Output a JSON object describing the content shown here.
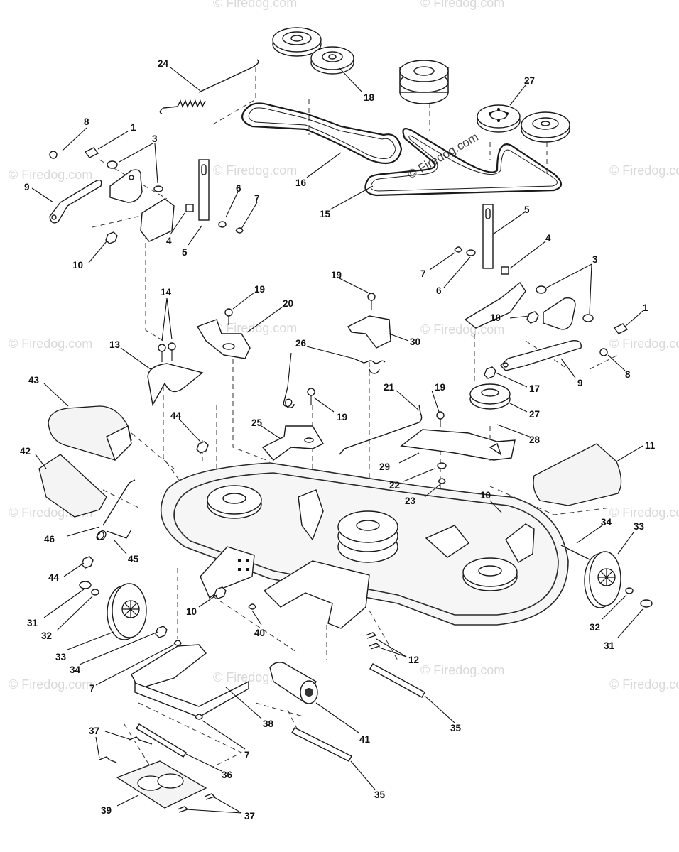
{
  "watermark": {
    "text": "© Firedog.com",
    "center_text": "© Firedog.com"
  },
  "callouts": [
    {
      "id": "c24",
      "label": "24"
    },
    {
      "id": "c18",
      "label": "18"
    },
    {
      "id": "c27a",
      "label": "27"
    },
    {
      "id": "c8a",
      "label": "8"
    },
    {
      "id": "c1a",
      "label": "1"
    },
    {
      "id": "c3a",
      "label": "3"
    },
    {
      "id": "c9a",
      "label": "9"
    },
    {
      "id": "c10a",
      "label": "10"
    },
    {
      "id": "c4a",
      "label": "4"
    },
    {
      "id": "c5a",
      "label": "5"
    },
    {
      "id": "c6a",
      "label": "6"
    },
    {
      "id": "c7a",
      "label": "7"
    },
    {
      "id": "c16",
      "label": "16"
    },
    {
      "id": "c15",
      "label": "15"
    },
    {
      "id": "c5b",
      "label": "5"
    },
    {
      "id": "c4b",
      "label": "4"
    },
    {
      "id": "c7b",
      "label": "7"
    },
    {
      "id": "c6b",
      "label": "6"
    },
    {
      "id": "c3b",
      "label": "3"
    },
    {
      "id": "c1b",
      "label": "1"
    },
    {
      "id": "c10b",
      "label": "10"
    },
    {
      "id": "c8b",
      "label": "8"
    },
    {
      "id": "c9b",
      "label": "9"
    },
    {
      "id": "c17",
      "label": "17"
    },
    {
      "id": "c27b",
      "label": "27"
    },
    {
      "id": "c28",
      "label": "28"
    },
    {
      "id": "c14",
      "label": "14"
    },
    {
      "id": "c19a",
      "label": "19"
    },
    {
      "id": "c20",
      "label": "20"
    },
    {
      "id": "c19b",
      "label": "19"
    },
    {
      "id": "c30",
      "label": "30"
    },
    {
      "id": "c13",
      "label": "13"
    },
    {
      "id": "c26",
      "label": "26"
    },
    {
      "id": "c21",
      "label": "21"
    },
    {
      "id": "c19c",
      "label": "19"
    },
    {
      "id": "c19d",
      "label": "19"
    },
    {
      "id": "c43",
      "label": "43"
    },
    {
      "id": "c44a",
      "label": "44"
    },
    {
      "id": "c25",
      "label": "25"
    },
    {
      "id": "c29",
      "label": "29"
    },
    {
      "id": "c22",
      "label": "22"
    },
    {
      "id": "c23",
      "label": "23"
    },
    {
      "id": "c11",
      "label": "11"
    },
    {
      "id": "c42",
      "label": "42"
    },
    {
      "id": "c46",
      "label": "46"
    },
    {
      "id": "c45",
      "label": "45"
    },
    {
      "id": "c44b",
      "label": "44"
    },
    {
      "id": "c10c",
      "label": "10"
    },
    {
      "id": "c34a",
      "label": "34"
    },
    {
      "id": "c33a",
      "label": "33"
    },
    {
      "id": "c31a",
      "label": "31"
    },
    {
      "id": "c32a",
      "label": "32"
    },
    {
      "id": "c10d",
      "label": "10"
    },
    {
      "id": "c40",
      "label": "40"
    },
    {
      "id": "c33b",
      "label": "33"
    },
    {
      "id": "c34b",
      "label": "34"
    },
    {
      "id": "c12",
      "label": "12"
    },
    {
      "id": "c32b",
      "label": "32"
    },
    {
      "id": "c31b",
      "label": "31"
    },
    {
      "id": "c7c",
      "label": "7"
    },
    {
      "id": "c38",
      "label": "38"
    },
    {
      "id": "c41",
      "label": "41"
    },
    {
      "id": "c35a",
      "label": "35"
    },
    {
      "id": "c7d",
      "label": "7"
    },
    {
      "id": "c37a",
      "label": "37"
    },
    {
      "id": "c36",
      "label": "36"
    },
    {
      "id": "c35b",
      "label": "35"
    },
    {
      "id": "c39",
      "label": "39"
    },
    {
      "id": "c37b",
      "label": "37"
    }
  ]
}
